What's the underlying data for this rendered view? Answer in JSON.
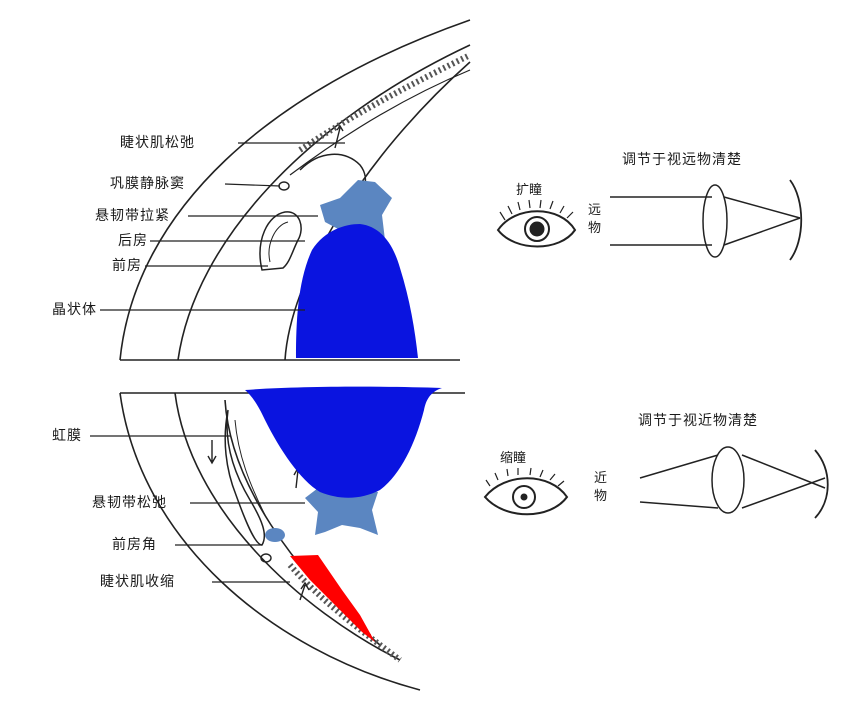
{
  "labels": {
    "ciliary_relaxed": "睫状肌松弛",
    "scleral_sinus": "巩膜静脉窦",
    "zonule_tight": "悬韧带拉紧",
    "posterior_chamber": "后房",
    "anterior_chamber": "前房",
    "lens": "晶状体",
    "iris": "虹膜",
    "zonule_loose": "悬韧带松弛",
    "chamber_angle": "前房角",
    "ciliary_contracted": "睫状肌收缩"
  },
  "far": {
    "title": "调节于视远物清楚",
    "pupil": "扩瞳",
    "object": "远物"
  },
  "near": {
    "title": "调节于视近物清楚",
    "pupil": "缩瞳",
    "object": "近物"
  },
  "colors": {
    "lens": "#0a14e0",
    "zonule": "#5b86c1",
    "ciliary_muscle": "#ff0000",
    "ink": "#1a1a1a"
  }
}
